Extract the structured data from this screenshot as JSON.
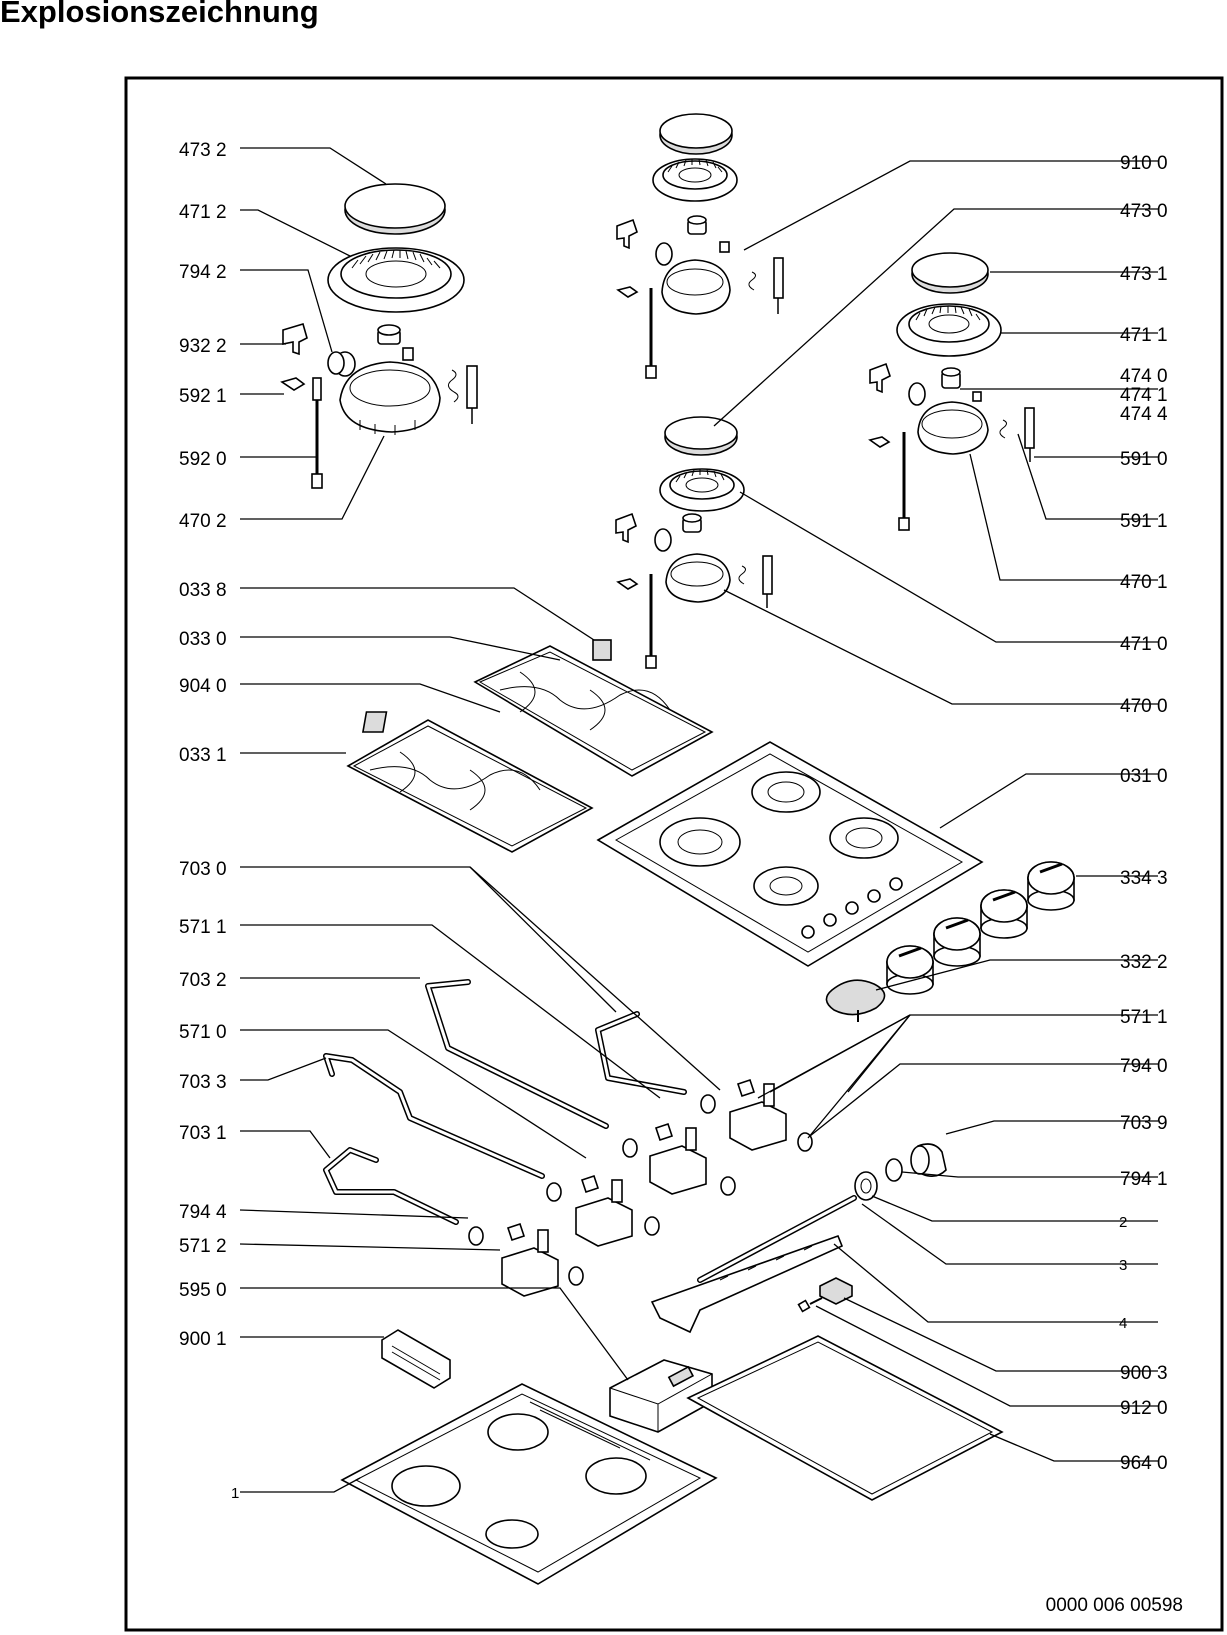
{
  "title": "Explosionszeichnung",
  "drawing_number": "0000 006 00598",
  "labels_left": [
    {
      "text": "473 2"
    },
    {
      "text": "471 2"
    },
    {
      "text": "794 2"
    },
    {
      "text": "932 2"
    },
    {
      "text": "592 1"
    },
    {
      "text": "592 0"
    },
    {
      "text": "470 2"
    },
    {
      "text": "033 8"
    },
    {
      "text": "033 0"
    },
    {
      "text": "904 0"
    },
    {
      "text": "033 1"
    },
    {
      "text": "703 0"
    },
    {
      "text": "571 1"
    },
    {
      "text": "703 2"
    },
    {
      "text": "571 0"
    },
    {
      "text": "703 3"
    },
    {
      "text": "703 1"
    },
    {
      "text": "794 4"
    },
    {
      "text": "571 2"
    },
    {
      "text": "595 0"
    },
    {
      "text": "900 1"
    },
    {
      "text": "1"
    }
  ],
  "labels_right": [
    {
      "text": "910 0"
    },
    {
      "text": "473 0"
    },
    {
      "text": "473 1"
    },
    {
      "text": "471 1"
    },
    {
      "text": "474 0"
    },
    {
      "text": "474 1"
    },
    {
      "text": "474 4"
    },
    {
      "text": "591 0"
    },
    {
      "text": "591 1"
    },
    {
      "text": "470 1"
    },
    {
      "text": "471 0"
    },
    {
      "text": "470 0"
    },
    {
      "text": "031 0"
    },
    {
      "text": "334 3"
    },
    {
      "text": "332 2"
    },
    {
      "text": "571 1"
    },
    {
      "text": "794 0"
    },
    {
      "text": "703 9"
    },
    {
      "text": "794 1"
    },
    {
      "text": "2"
    },
    {
      "text": "3"
    },
    {
      "text": "4"
    },
    {
      "text": "900 3"
    },
    {
      "text": "912 0"
    },
    {
      "text": "964 0"
    }
  ]
}
